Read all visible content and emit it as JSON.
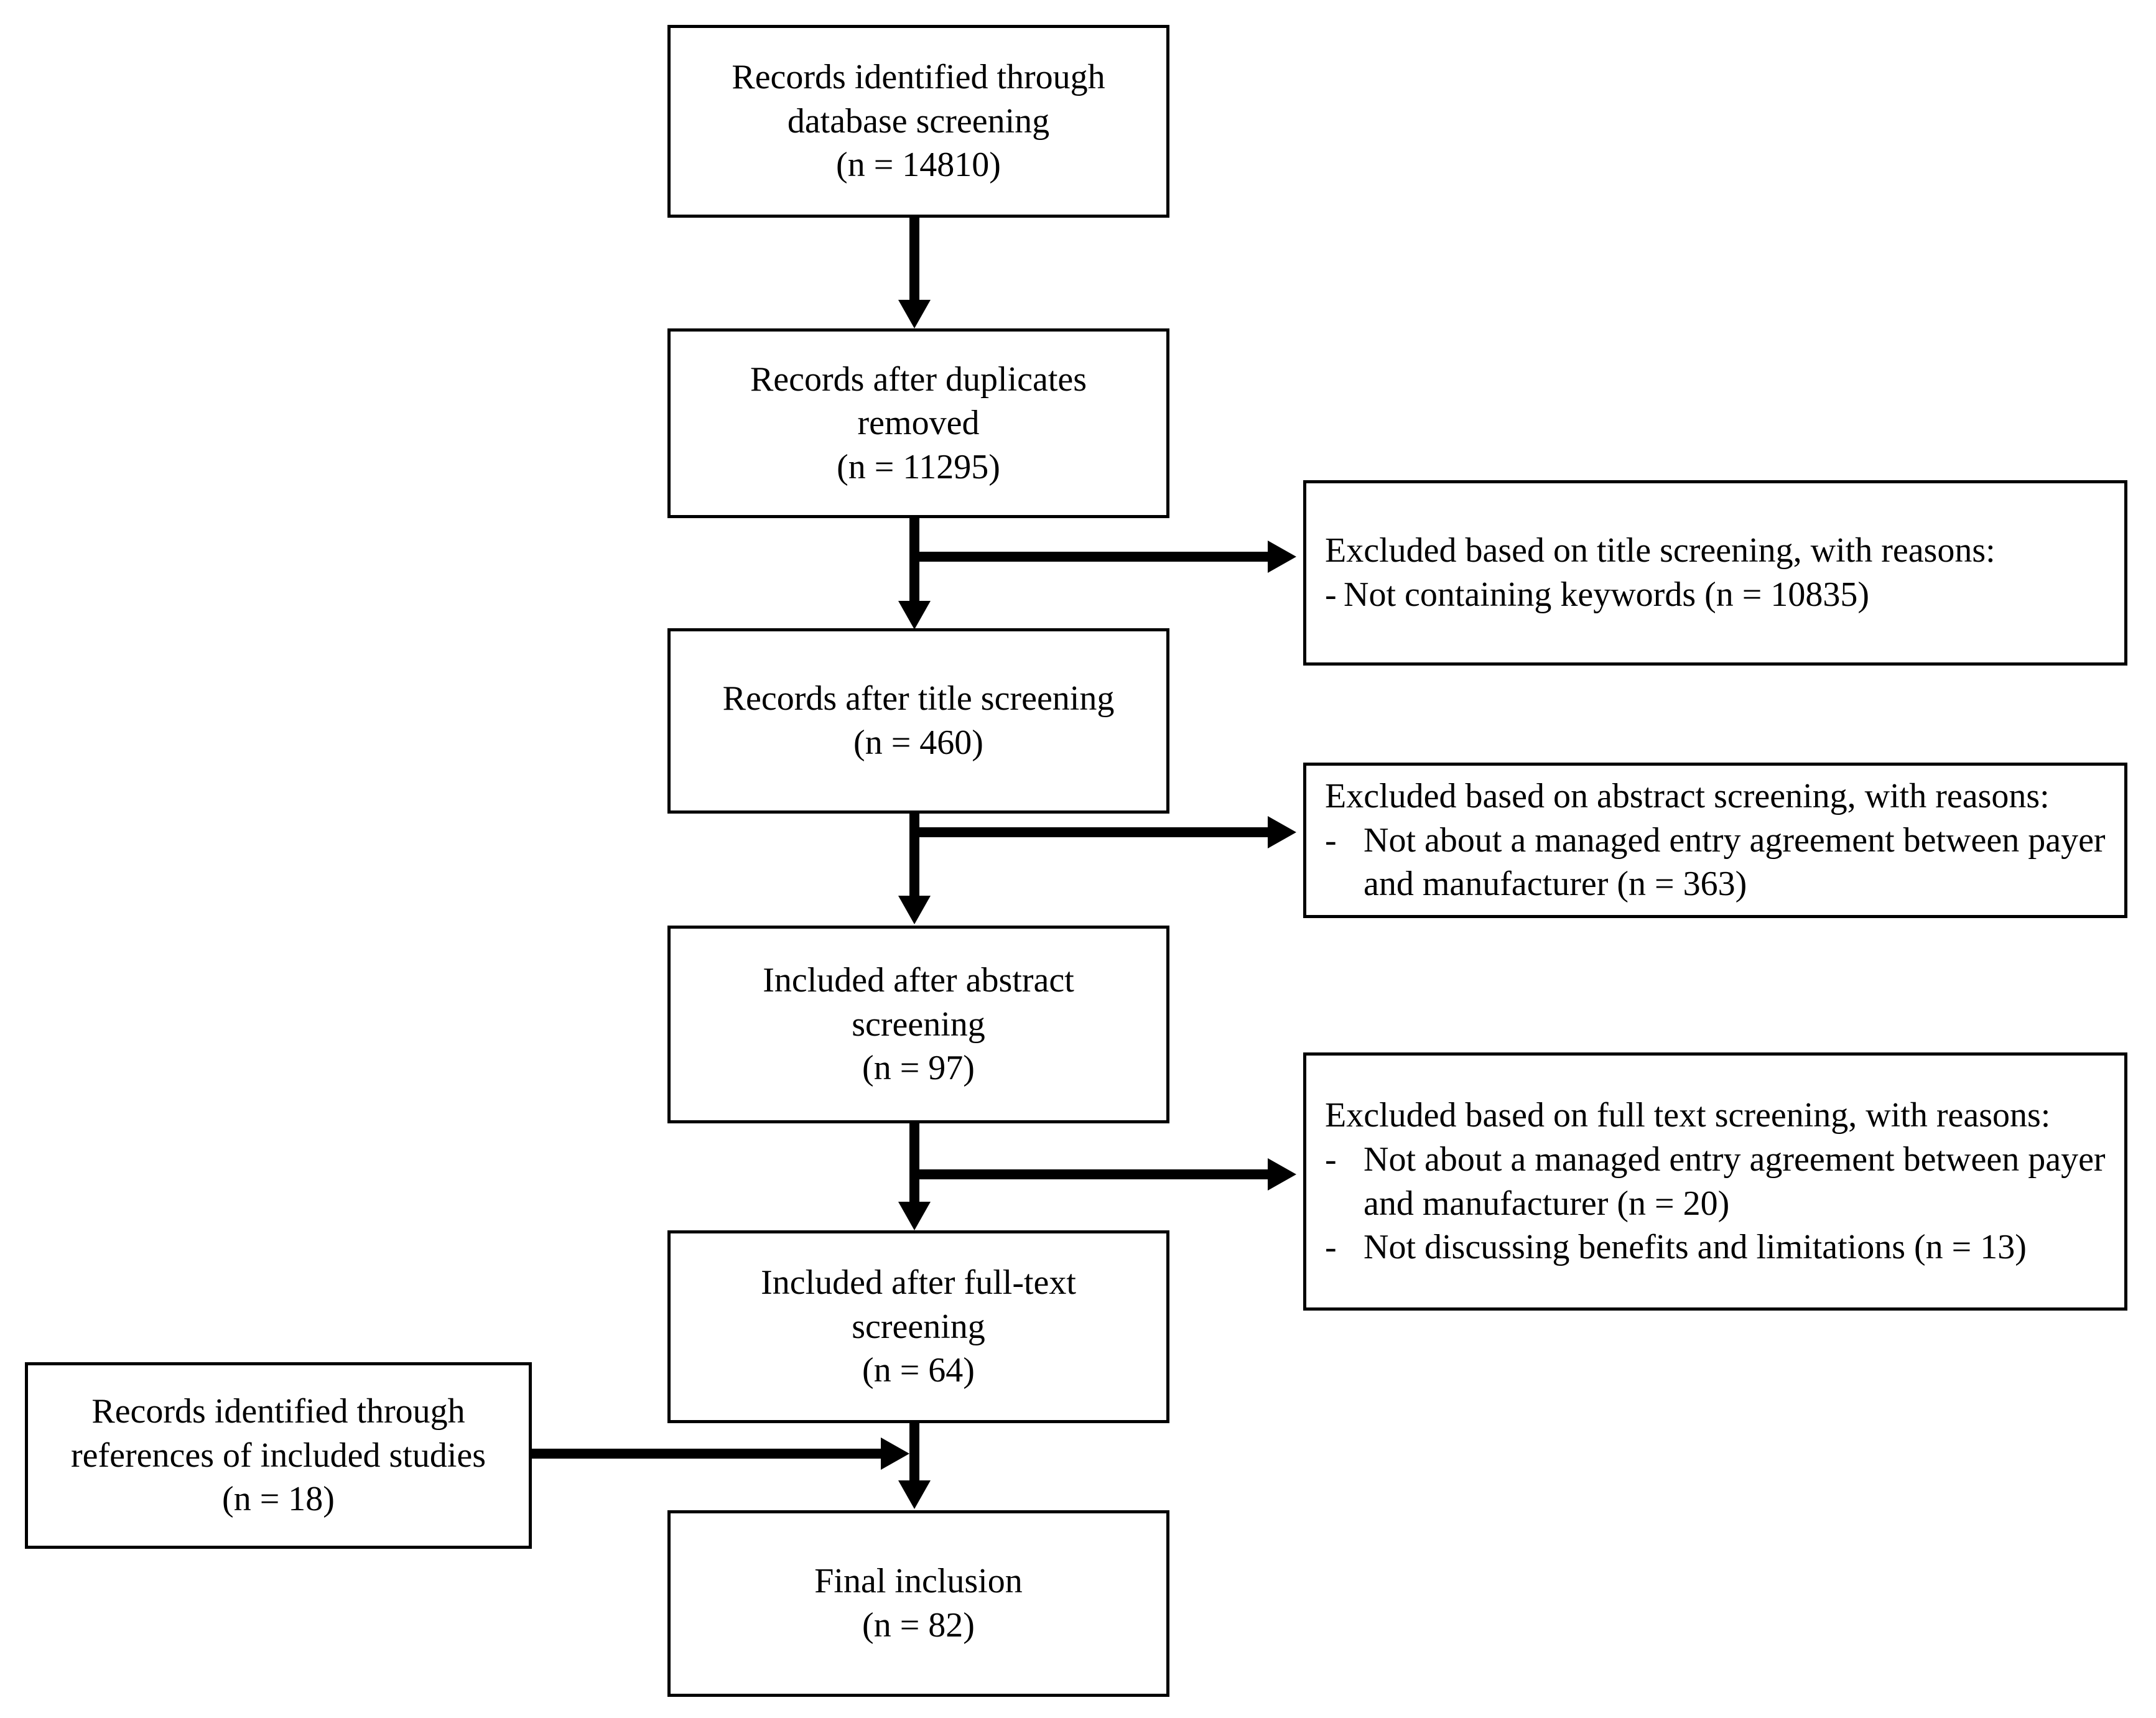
{
  "diagram": {
    "type": "prisma-flow-diagram",
    "title": "",
    "orientation": "vertical"
  },
  "nodes": {
    "identified_database": {
      "lines": [
        "Records identified through",
        "database screening",
        "(n = 14810)"
      ],
      "count": 14810
    },
    "after_duplicates": {
      "lines": [
        "Records after duplicates",
        "removed",
        "(n = 11295)"
      ],
      "count": 11295
    },
    "after_title": {
      "lines": [
        "Records after title screening",
        "(n = 460)"
      ],
      "count": 460
    },
    "after_abstract": {
      "lines": [
        "Included after abstract",
        "screening",
        "(n = 97)"
      ],
      "count": 97
    },
    "after_fulltext": {
      "lines": [
        "Included after full-text",
        "screening",
        "(n = 64)"
      ],
      "count": 64
    },
    "identified_references": {
      "lines": [
        "Records identified through",
        "references of included studies",
        "(n = 18)"
      ],
      "count": 18
    },
    "final_inclusion": {
      "lines": [
        "Final inclusion",
        "(n = 82)"
      ],
      "count": 82
    }
  },
  "exclusions": {
    "title_screening": {
      "heading": "Excluded based on title screening, with reasons:",
      "bullet_mark": "-",
      "reasons": [
        {
          "text": "Not containing keywords (n = 10835)",
          "count": 10835
        }
      ]
    },
    "abstract_screening": {
      "heading": "Excluded based on abstract screening, with reasons:",
      "bullet_mark": "-",
      "reasons": [
        {
          "text": "Not about a managed entry agreement between payer and manufacturer (n = 363)",
          "count": 363
        }
      ]
    },
    "fulltext_screening": {
      "heading": "Excluded based on full text screening, with reasons:",
      "bullet_mark": "-",
      "reasons": [
        {
          "text": "Not about a managed entry agreement between payer and manufacturer (n = 20)",
          "count": 20
        },
        {
          "text": "Not discussing benefits and limitations (n = 13)",
          "count": 13
        }
      ]
    }
  },
  "connectors": [
    {
      "name": "identified-to-duplicates",
      "kind": "arrow-down"
    },
    {
      "name": "duplicates-to-title",
      "kind": "arrow-down"
    },
    {
      "name": "duplicates-to-title-exclusion",
      "kind": "arrow-right"
    },
    {
      "name": "title-to-abstract",
      "kind": "arrow-down"
    },
    {
      "name": "title-to-abstract-exclusion",
      "kind": "arrow-right"
    },
    {
      "name": "abstract-to-fulltext",
      "kind": "arrow-down"
    },
    {
      "name": "abstract-to-fulltext-exclusion",
      "kind": "arrow-right"
    },
    {
      "name": "fulltext-to-final",
      "kind": "arrow-down"
    },
    {
      "name": "references-to-final",
      "kind": "arrow-right"
    }
  ],
  "colors": {
    "stroke": "#000000",
    "fill": "#ffffff",
    "text": "#000000"
  }
}
